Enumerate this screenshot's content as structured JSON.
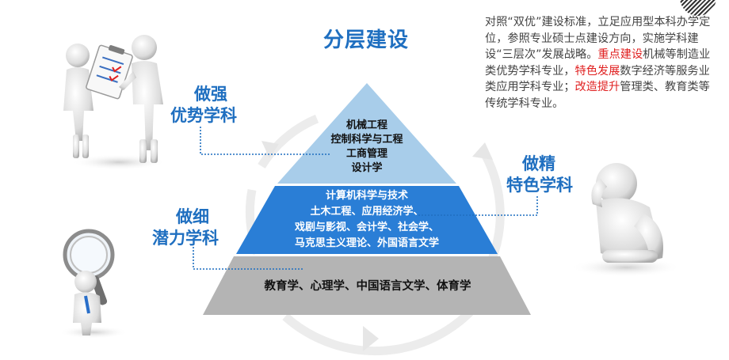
{
  "title": "分层建设",
  "description": {
    "part1": "对照“双优”建设标准，立足应用型本科办学定位，参照专业硕士点建设方向，实施学科建设“三层次”发展战略。",
    "highlight1": "重点建设",
    "part2": "机械等制造业类优势学科专业，",
    "highlight2": "特色发展",
    "part3": "数字经济等服务业类应用学科专业；",
    "highlight3": "改造提升",
    "part4": "管理类、教育类等传统学科专业。"
  },
  "labels": {
    "strong": {
      "line1": "做强",
      "line2": "优势学科"
    },
    "fine": {
      "line1": "做精",
      "line2": "特色学科"
    },
    "potential": {
      "line1": "做细",
      "line2": "潜力学科"
    }
  },
  "pyramid": {
    "top": [
      "机械工程",
      "控制科学与工程",
      "工商管理",
      "设计学"
    ],
    "middle": [
      "计算机科学与技术",
      "土木工程、应用经济学、",
      "戏剧与影视、会计学、社会学、",
      "马克思主义理论、外国语言文学"
    ],
    "bottom": "教育学、心理学、中国语言文学、体育学"
  },
  "colors": {
    "accent": "#1f6fc0",
    "highlight": "#e02020",
    "tier_top": "#a8cdea",
    "tier_middle": "#2a7ed6",
    "tier_bottom": "#b4b4b4"
  }
}
